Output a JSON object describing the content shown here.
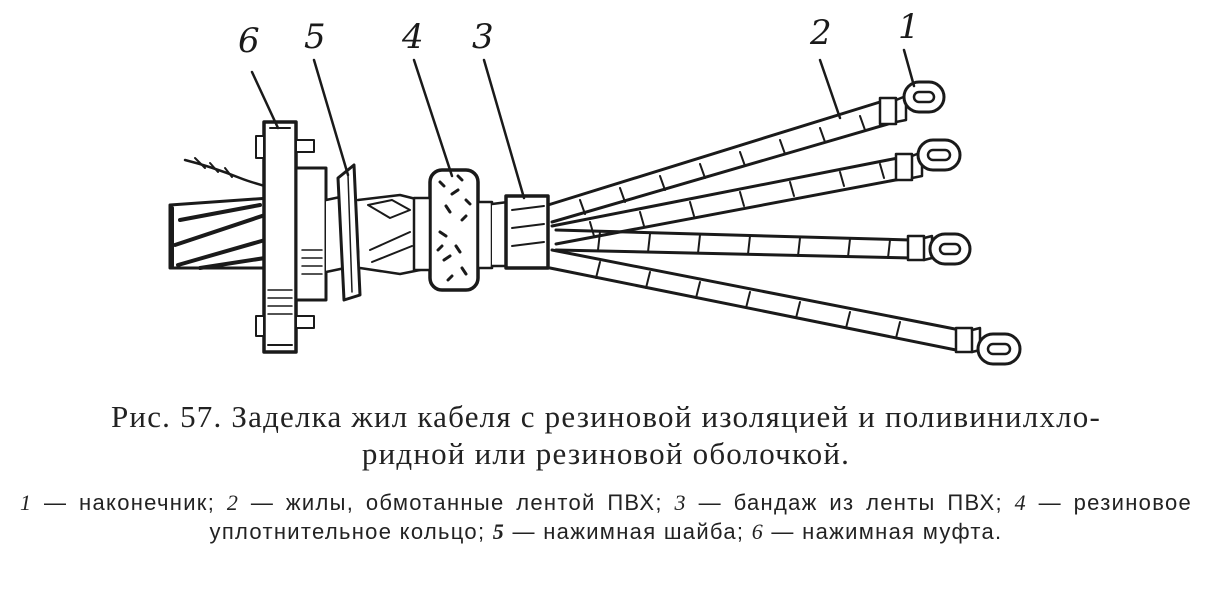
{
  "callouts": {
    "c6": "6",
    "c5": "5",
    "c4": "4",
    "c3": "3",
    "c2": "2",
    "c1": "1"
  },
  "caption": {
    "line1": "Рис. 57. Заделка жил кабеля с резиновой изоляцией и поливинилхло-",
    "line2": "ридной или резиновой оболочкой."
  },
  "legend": [
    {
      "num": "1",
      "text": " — наконечник;  "
    },
    {
      "num": "2",
      "text": " — жилы, обмотанные лентой ПВХ;  "
    },
    {
      "num": "3",
      "text": " — бандаж из ленты ПВХ;  "
    },
    {
      "num": "4",
      "text": " — резиновое уплотнительное кольцо;  "
    },
    {
      "num": "5",
      "text": " — нажимная шайба;  "
    },
    {
      "num": "6",
      "text": " — нажимная муфта."
    }
  ],
  "colors": {
    "ink": "#1a1a1a",
    "paper": "#ffffff"
  }
}
